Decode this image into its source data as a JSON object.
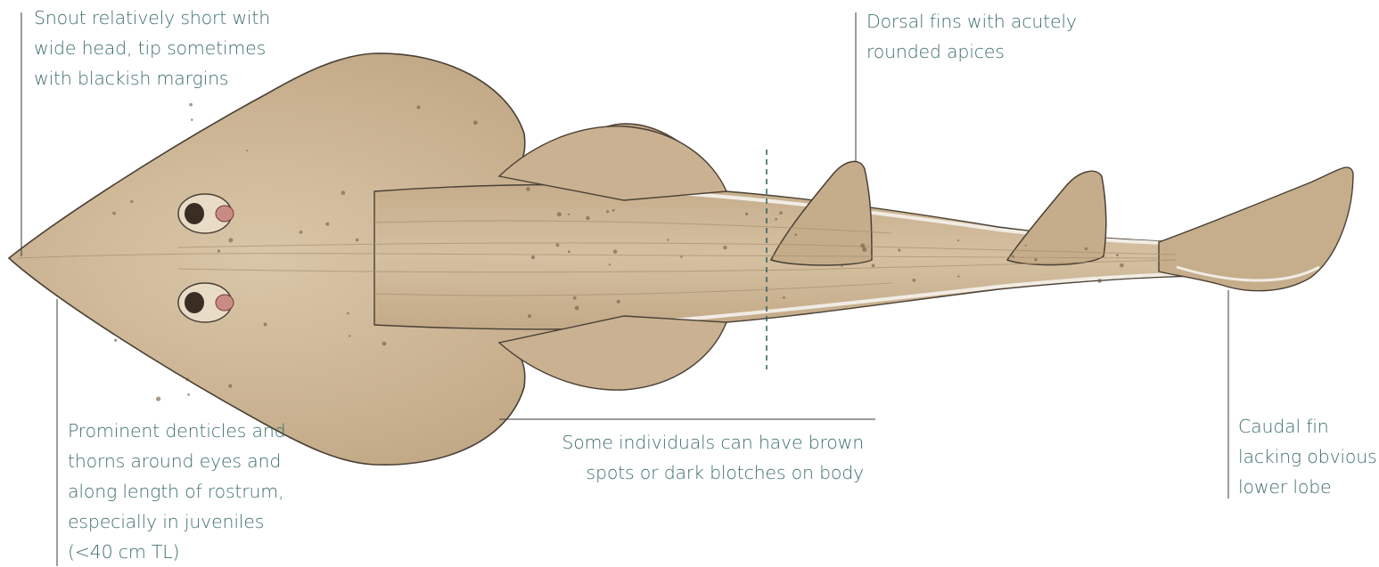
{
  "colors": {
    "body": "#c9b191",
    "body_light": "#dccbb1",
    "outline": "#4a4035",
    "annotation_text": "#3f6f6e",
    "leader_line": "#3a3a3a",
    "belly_edge": "#f1ece4"
  },
  "annotations": {
    "snout": {
      "lines": [
        "Snout relatively short with",
        "wide head, tip sometimes",
        "with blackish margins"
      ]
    },
    "dorsal": {
      "lines": [
        "Dorsal fins with acutely",
        "rounded apices"
      ]
    },
    "denticles": {
      "lines": [
        "Prominent denticles and",
        "thorns around eyes and",
        "along length of rostrum,",
        "especially in juveniles",
        "(<40 cm TL)"
      ]
    },
    "spots": {
      "lines": [
        "Some individuals can have brown",
        "spots or dark blotches on body"
      ]
    },
    "caudal": {
      "lines": [
        "Caudal fin",
        "lacking obvious",
        "lower lobe"
      ]
    }
  },
  "illustration": {
    "subject": "guitarfish-dorsal-view",
    "spot_count": 60
  }
}
